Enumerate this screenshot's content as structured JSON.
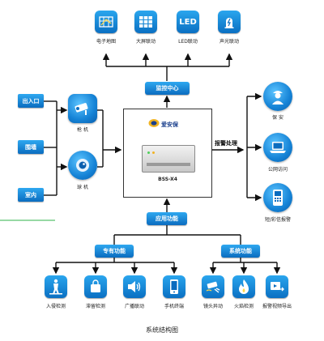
{
  "top_outputs": [
    {
      "label": "电子地图",
      "icon": "map-icon"
    },
    {
      "label": "大屏联动",
      "icon": "video-wall-icon"
    },
    {
      "label": "LED联动",
      "icon": "led-icon",
      "icon_text": "LED"
    },
    {
      "label": "声光联动",
      "icon": "siren-icon"
    }
  ],
  "monitor_center": "监控中心",
  "inputs": [
    "出入口",
    "围墙",
    "室内"
  ],
  "cameras": [
    {
      "label": "枪  机",
      "icon": "bullet-camera-icon"
    },
    {
      "label": "球  机",
      "icon": "dome-camera-icon"
    }
  ],
  "center_device": {
    "logo": "爱安保",
    "model": "BSS-X4"
  },
  "alarm_handling": "报警处理",
  "right_outputs": [
    {
      "label": "保  安",
      "icon": "security-guard-icon"
    },
    {
      "label": "公网访问",
      "icon": "laptop-icon"
    },
    {
      "label": "短/彩信报警",
      "icon": "mobile-phone-icon"
    }
  ],
  "app_functions": "应用功能",
  "dedicated_functions": "专有功能",
  "system_functions": "系统功能",
  "bottom_items": [
    {
      "label": "入侵检测",
      "icon": "intrusion-icon"
    },
    {
      "label": "滞留检测",
      "icon": "bag-icon"
    },
    {
      "label": "广播联动",
      "icon": "speaker-icon"
    },
    {
      "label": "手机终端",
      "icon": "phone-terminal-icon"
    },
    {
      "label": "镜头异动",
      "icon": "camera-tamper-icon"
    },
    {
      "label": "火焰检测",
      "icon": "flame-icon"
    },
    {
      "label": "报警视频导出",
      "icon": "video-export-icon"
    }
  ],
  "caption": "系统结构图",
  "colors": {
    "tile_blue": "#0a6fc2",
    "line": "#111111",
    "accent_green": "#2fb34a"
  }
}
